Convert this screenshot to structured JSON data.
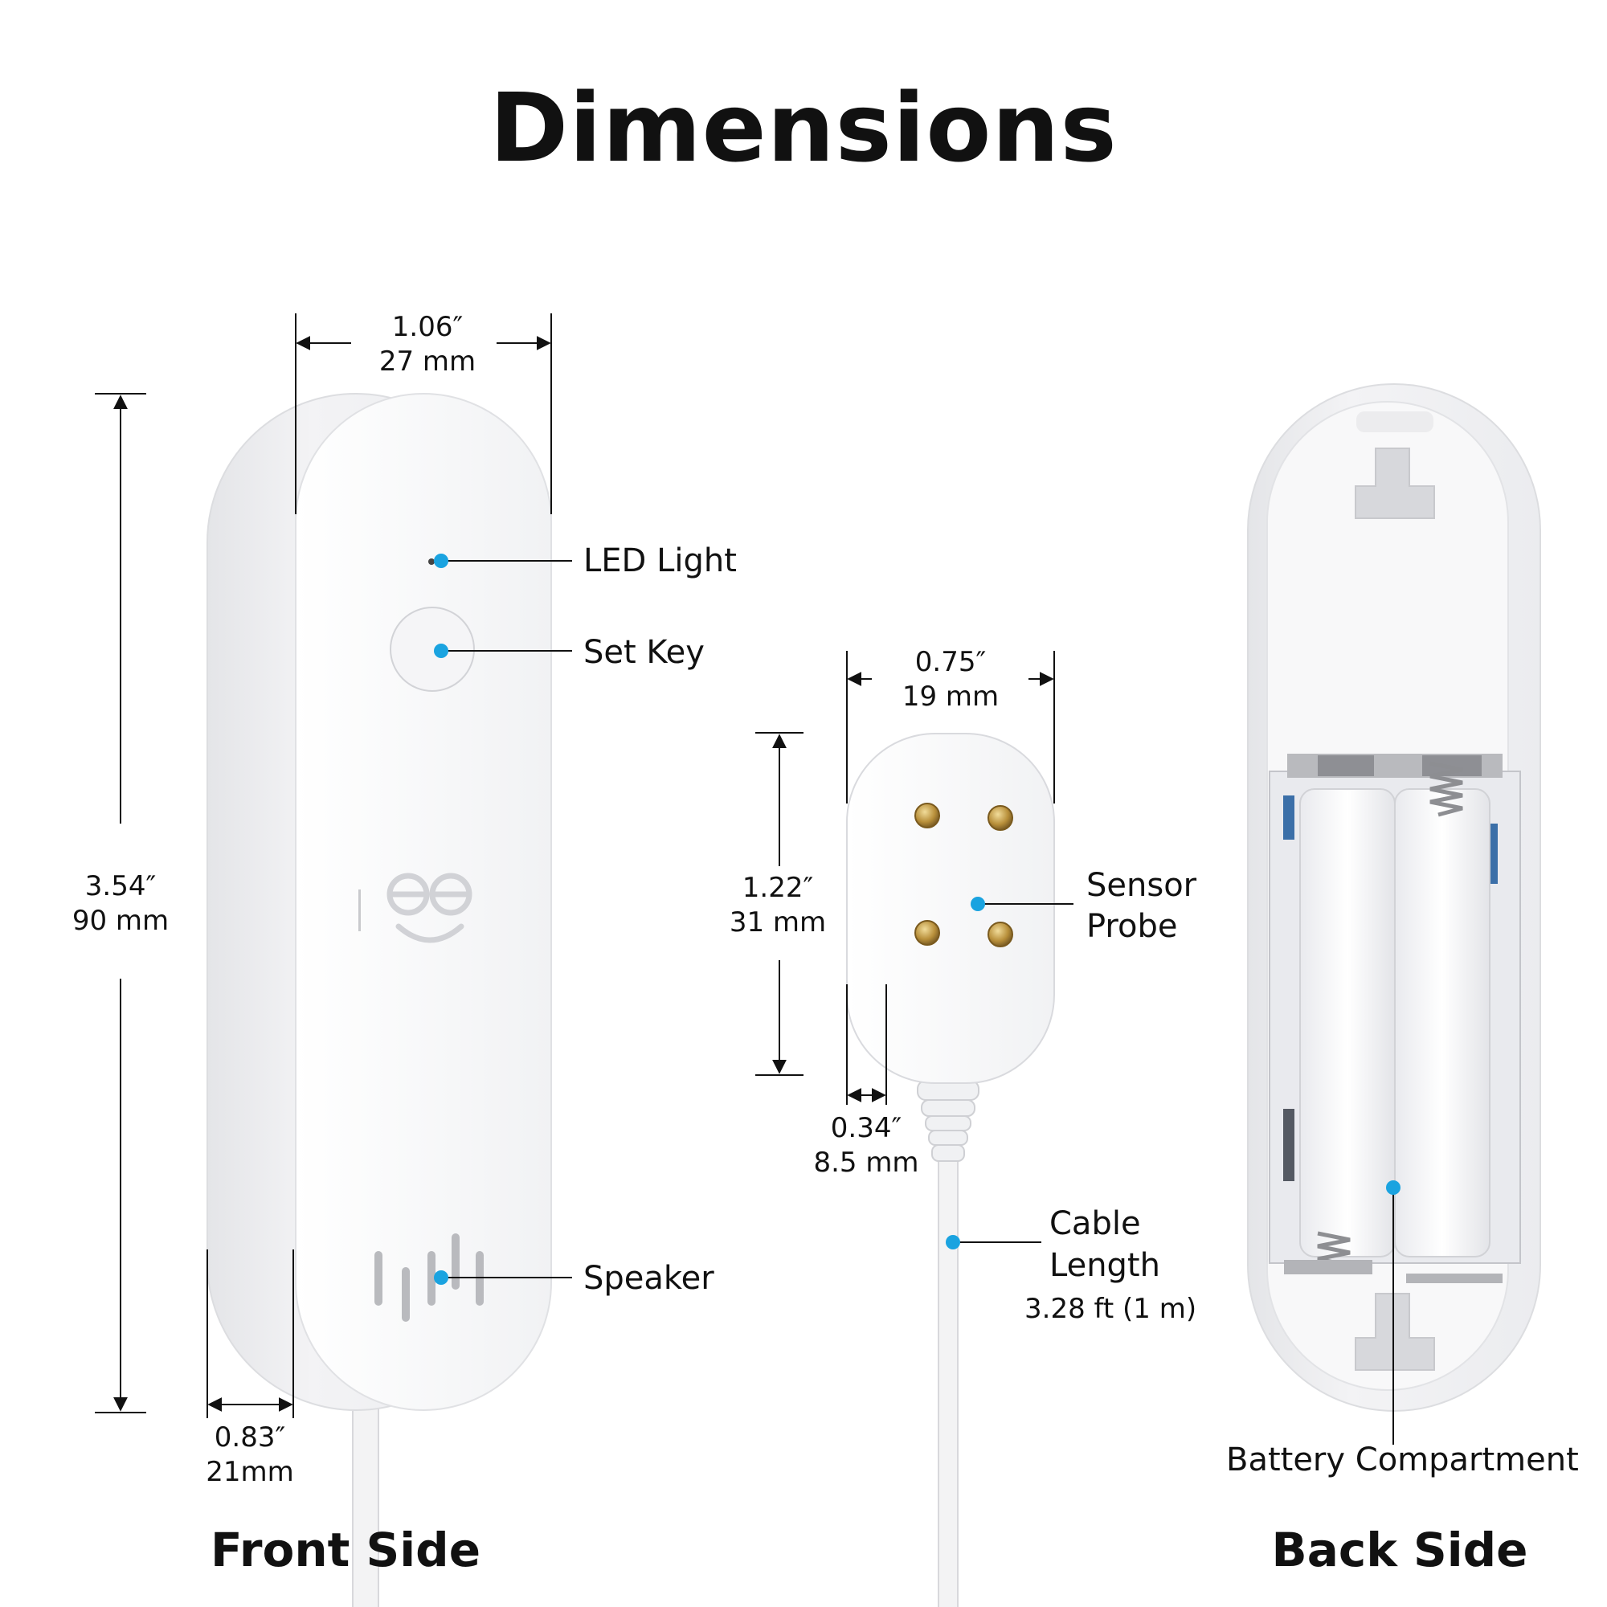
{
  "title": "Dimensions",
  "sections": {
    "front": "Front Side",
    "back": "Back Side"
  },
  "dimensions": {
    "front_width": {
      "imperial": "1.06″",
      "metric": "27 mm"
    },
    "front_height": {
      "imperial": "3.54″",
      "metric": "90 mm"
    },
    "front_depth": {
      "imperial": "0.83″",
      "metric": "21mm"
    },
    "probe_width": {
      "imperial": "0.75″",
      "metric": "19 mm"
    },
    "probe_height": {
      "imperial": "1.22″",
      "metric": "31 mm"
    },
    "probe_depth": {
      "imperial": "0.34″",
      "metric": "8.5 mm"
    }
  },
  "callouts": {
    "led": "LED Light",
    "set_key": "Set Key",
    "speaker": "Speaker",
    "sensor_line1": "Sensor",
    "sensor_line2": "Probe",
    "cable_line1": "Cable",
    "cable_line2": "Length",
    "cable_value": "3.28 ft (1 m)",
    "battery": "Battery Compartment"
  },
  "colors": {
    "callout_dot": "#1aa3e0",
    "device_body": "#f4f4f5",
    "text": "#111111"
  },
  "icons": [
    "brand-face-logo-icon",
    "speaker-grille-icon",
    "battery-spring-icon",
    "probe-pin-icon"
  ]
}
